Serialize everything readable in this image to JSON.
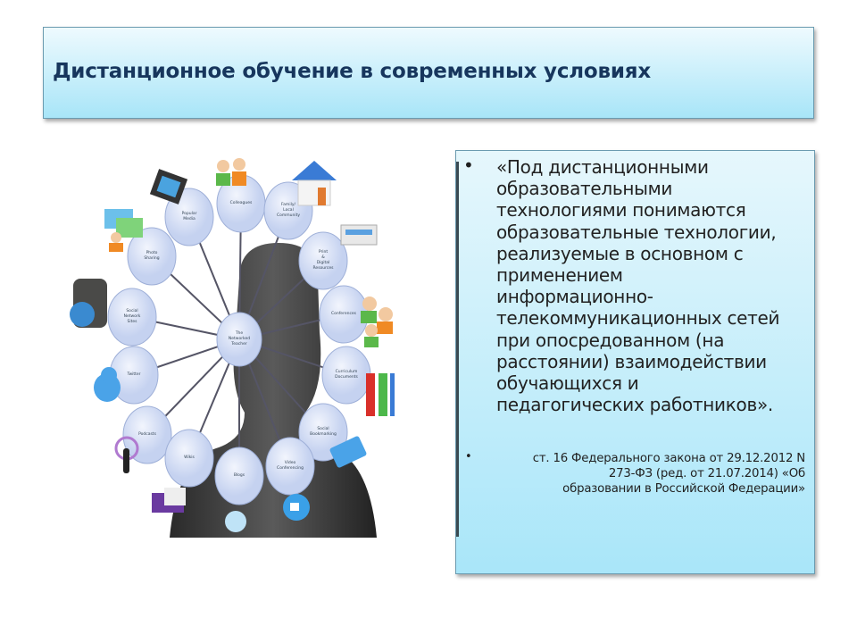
{
  "slide": {
    "title": "Дистанционное обучение в современных условиях",
    "quote_lines": [
      "«Под дистанционными",
      "образовательными",
      "технологиями понимаются",
      "образовательные технологии,",
      "реализуемые в основном с",
      "применением",
      "информационно-",
      "телекоммуникационных сетей",
      "при опосредованном (на",
      "расстоянии) взаимодействии",
      "обучающихся и",
      "педагогических работников»."
    ],
    "citation_lines": [
      "ст. 16 Федерального закона от 29.12.2012 N",
      "273-ФЗ (ред. от 21.07.2014) «Об",
      "образовании в Российской Федерации»"
    ],
    "bullet": "•"
  },
  "diagram": {
    "center": "The Networked Teacher",
    "nodes": [
      "Colleagues",
      "Popular Media",
      "Family/ Local Community",
      "Photo Sharing",
      "Print & Digital Resources",
      "Social Network Sites",
      "Conferences",
      "Twitter",
      "Curriculum Documents",
      "Podcasts",
      "Social Bookmarking",
      "Wikis",
      "Blogs",
      "Video Conferencing"
    ]
  },
  "colors": {
    "title_text": "#17365d",
    "box_top": "#eefafe",
    "box_bottom": "#a8e5f8",
    "node_fill": "#d5def5"
  }
}
